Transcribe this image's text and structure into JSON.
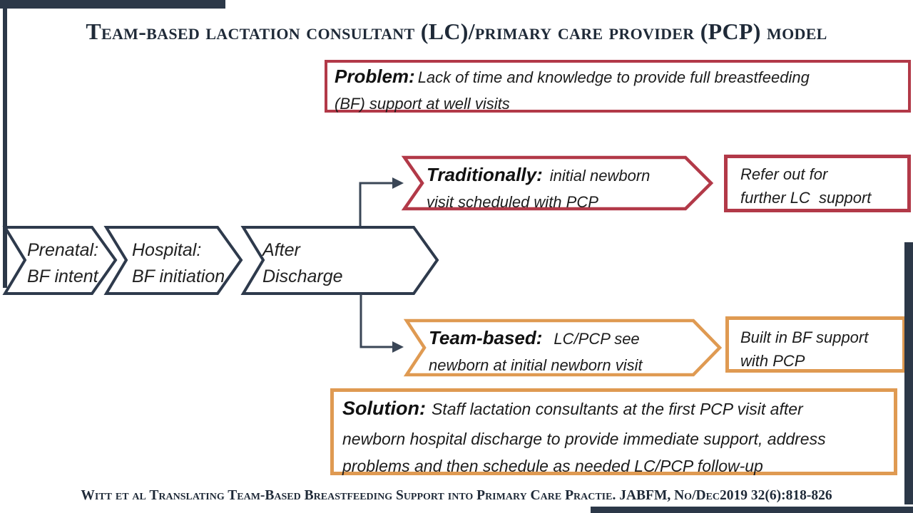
{
  "title": "Team-based lactation consultant (LC)/primary care provider (PCP) model",
  "problem": {
    "label": "Problem:",
    "line1": "Lack of time and knowledge to provide full breastfeeding",
    "line2": "(BF) support at well visits"
  },
  "stages": [
    {
      "line1": "Prenatal:",
      "line2": "BF intent"
    },
    {
      "line1": "Hospital:",
      "line2": "BF initiation"
    },
    {
      "line1": "After",
      "line2": "Discharge"
    }
  ],
  "traditional": {
    "label": "Traditionally:",
    "tail": "initial newborn",
    "line2": "visit scheduled with PCP",
    "outcome_line1": "Refer out for",
    "outcome_line2": "further LC  support"
  },
  "team": {
    "label": "Team-based:",
    "tail": "LC/PCP see",
    "line2": "newborn at initial newborn visit",
    "outcome_line1": "Built in BF support",
    "outcome_line2": "with PCP"
  },
  "solution": {
    "label": "Solution:",
    "line1": "Staff lactation consultants at the first PCP visit after",
    "line2": "newborn hospital discharge to provide immediate support,  address",
    "line3": "problems and then schedule as needed LC/PCP follow-up"
  },
  "citation": "Witt et al Translating Team-Based Breastfeeding Support into Primary Care Practie. JABFM, No/Dec2019 32(6):818-826",
  "colors": {
    "navy": "#2c3848",
    "red": "#b23948",
    "orange": "#df9a52"
  }
}
